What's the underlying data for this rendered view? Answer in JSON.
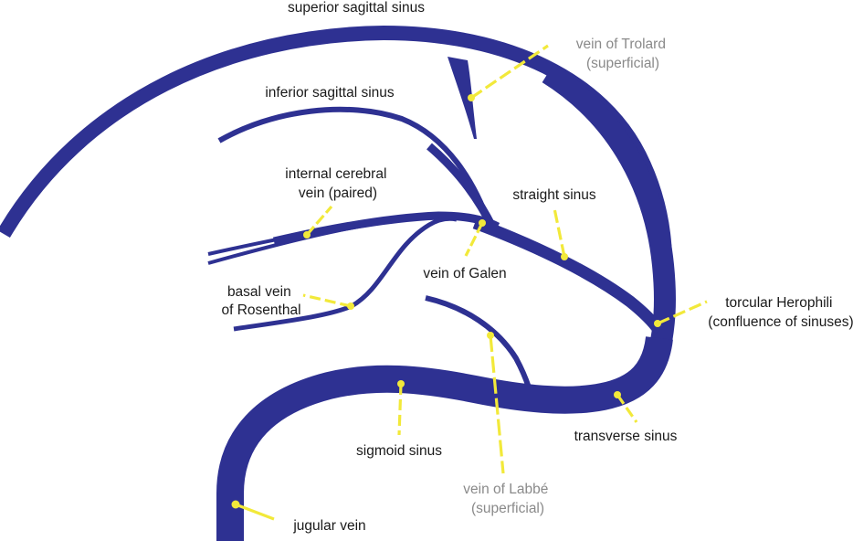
{
  "title": "Cerebral venous sinuses",
  "colors": {
    "vein": "#2e3192",
    "leader": "#f2e93a",
    "label_deep": "#1a1a1a",
    "label_superficial": "#8a8a8a"
  },
  "labels": {
    "superior_sagittal_sinus": [
      "superior sagittal sinus"
    ],
    "vein_of_trolard": [
      "vein of Trolard",
      "(superficial)"
    ],
    "inferior_sagittal_sinus": [
      "inferior sagittal sinus"
    ],
    "internal_cerebral_vein": [
      "internal cerebral",
      "vein (paired)"
    ],
    "straight_sinus": [
      "straight sinus"
    ],
    "vein_of_galen": [
      "vein of Galen"
    ],
    "basal_vein_of_rosenthal": [
      "basal vein",
      "of Rosenthal"
    ],
    "torcular_herophili": [
      "torcular Herophili",
      "(confluence of sinuses)"
    ],
    "sigmoid_sinus": [
      "sigmoid sinus"
    ],
    "transverse_sinus": [
      "transverse sinus"
    ],
    "vein_of_labbe": [
      "vein of Labbé",
      "(superficial)"
    ],
    "jugular_vein": [
      "jugular vein"
    ]
  }
}
